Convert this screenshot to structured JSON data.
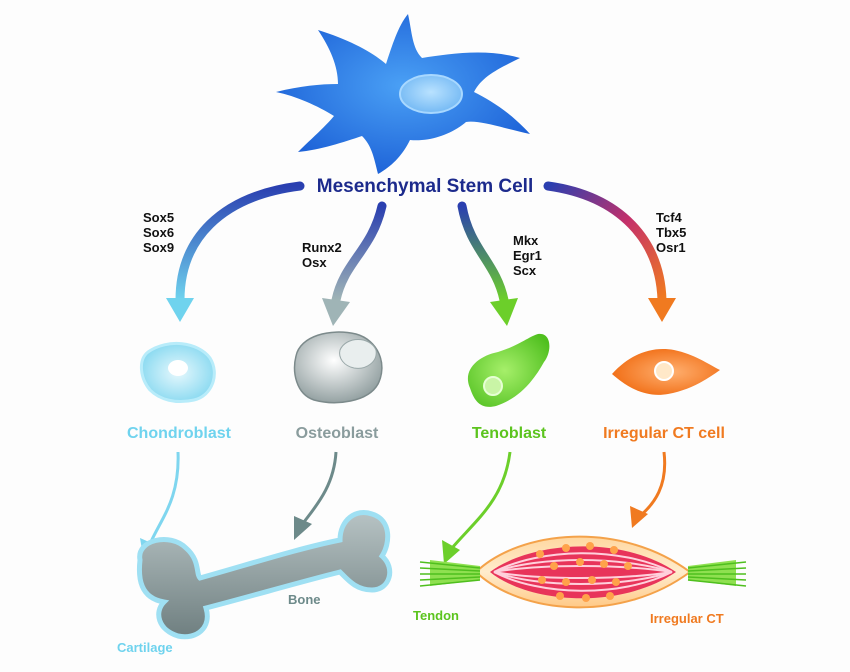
{
  "diagram": {
    "title": "Mesenchymal Stem Cell",
    "factors": {
      "chondro": [
        "Sox5",
        "Sox6",
        "Sox9"
      ],
      "osteo": [
        "Runx2",
        "Osx"
      ],
      "teno": [
        "Mkx",
        "Egr1",
        "Scx"
      ],
      "irregular": [
        "Tcf4",
        "Tbx5",
        "Osr1"
      ]
    },
    "cells": {
      "chondroblast": "Chondroblast",
      "osteoblast": "Osteoblast",
      "tenoblast": "Tenoblast",
      "irregular": "Irregular CT cell"
    },
    "tissues": {
      "bone": "Bone",
      "cartilage": "Cartilage",
      "tendon": "Tendon",
      "irregular": "Irregular CT"
    },
    "colors": {
      "stem": "#2f7de0",
      "title": "#1c2a8c",
      "chondro": "#6fd3ee",
      "osteo": "#8fa3a5",
      "teno": "#6ccf2a",
      "irregular": "#f07a20",
      "muscle": "#e8345a"
    }
  }
}
